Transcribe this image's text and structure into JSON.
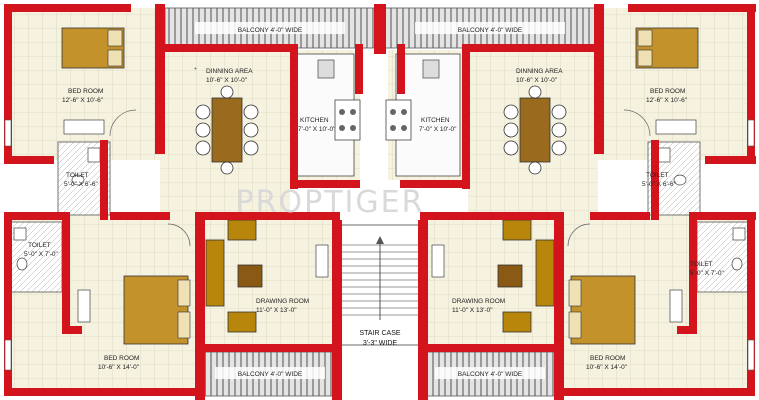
{
  "watermark": "PROPTIGER",
  "rooms": {
    "balcony_top_left": "BALCONY 4'-0\" WIDE",
    "balcony_top_right": "BALCONY 4'-0\" WIDE",
    "bed_tl_name": "BED ROOM",
    "bed_tl_size": "12'-6\" X 10'-6\"",
    "bed_tr_name": "BED ROOM",
    "bed_tr_size": "12'-6\" X 10'-6\"",
    "dining_l_name": "DINNING AREA",
    "dining_l_size": "10'-6\" X 10'-0\"",
    "dining_r_name": "DINNING AREA",
    "dining_r_size": "10'-6\" X 10'-0\"",
    "kitchen_l_name": "KITCHEN",
    "kitchen_l_size": "7'-0\" X 10'-0\"",
    "kitchen_r_name": "KITCHEN",
    "kitchen_r_size": "7'-0\" X 10'-0\"",
    "toilet_tl_name": "TOILET",
    "toilet_tl_size": "5'-0\" X 6'-6\"",
    "toilet_tr_name": "TOILET",
    "toilet_tr_size": "5'-0\" X 6'-6\"",
    "toilet_bl_name": "TOILET",
    "toilet_bl_size": "5'-0\" X 7'-0\"",
    "toilet_br_name": "TOILET",
    "toilet_br_size": "5'-0\" X 7'-0\"",
    "drawing_l_name": "DRAWING ROOM",
    "drawing_l_size": "11'-0\" X 13'-0\"",
    "drawing_r_name": "DRAWING ROOM",
    "drawing_r_size": "11'-0\" X 13'-0\"",
    "stair_name": "STAIR CASE",
    "stair_size": "3'-3\" WIDE",
    "bed_bl_name": "BED ROOM",
    "bed_bl_size": "10'-6\" X 14'-0\"",
    "bed_br_name": "BED ROOM",
    "bed_br_size": "10'-6\" X 14'-0\"",
    "balcony_bot_left": "BALCONY 4'-0\" WIDE",
    "balcony_bot_right": "BALCONY 4'-0\" WIDE"
  },
  "colors": {
    "wall": "#d4141c",
    "floor_tile": "#f5f2df",
    "tile_line": "#cfcbb4",
    "balcony": "#e2e2e2",
    "furniture_wood": "#b8860b",
    "bed_fill": "#c4922b",
    "line": "#333333"
  }
}
